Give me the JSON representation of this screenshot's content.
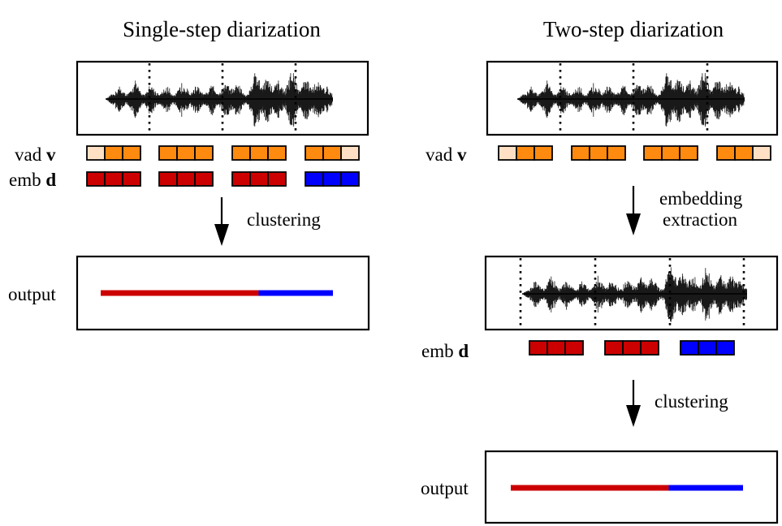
{
  "single_step": {
    "title": "Single-step diarization",
    "vad_label": "vad",
    "vad_symbol": "v",
    "emb_label": "emb",
    "emb_symbol": "d",
    "arrow_label": "clustering",
    "output_label": "output",
    "vad_blocks": [
      [
        "light",
        "orange",
        "orange"
      ],
      [
        "orange",
        "orange",
        "orange"
      ],
      [
        "orange",
        "orange",
        "orange"
      ],
      [
        "orange",
        "orange",
        "light"
      ]
    ],
    "emb_blocks": [
      [
        "red",
        "red",
        "red"
      ],
      [
        "red",
        "red",
        "red"
      ],
      [
        "red",
        "red",
        "red"
      ],
      [
        "blue",
        "blue",
        "blue"
      ]
    ],
    "output_segments": [
      {
        "speaker": "red",
        "fraction": 0.68
      },
      {
        "speaker": "blue",
        "fraction": 0.32
      }
    ]
  },
  "two_step": {
    "title": "Two-step diarization",
    "vad_label": "vad",
    "vad_symbol": "v",
    "arrow1_label_line1": "embedding",
    "arrow1_label_line2": "extraction",
    "emb_label": "emb",
    "emb_symbol": "d",
    "arrow2_label": "clustering",
    "output_label": "output",
    "vad_blocks": [
      [
        "light",
        "orange",
        "orange"
      ],
      [
        "orange",
        "orange",
        "orange"
      ],
      [
        "orange",
        "orange",
        "orange"
      ],
      [
        "orange",
        "orange",
        "light"
      ]
    ],
    "emb_blocks": [
      [
        "red",
        "red",
        "red"
      ],
      [
        "red",
        "red",
        "red"
      ],
      [
        "blue",
        "blue",
        "blue"
      ]
    ],
    "output_segments": [
      {
        "speaker": "red",
        "fraction": 0.68
      },
      {
        "speaker": "blue",
        "fraction": 0.32
      }
    ]
  },
  "colors": {
    "orange": "#ff8a10",
    "light": "#ffe0c4",
    "red": "#cc0000",
    "blue": "#0000ff",
    "outline": "#000000"
  }
}
